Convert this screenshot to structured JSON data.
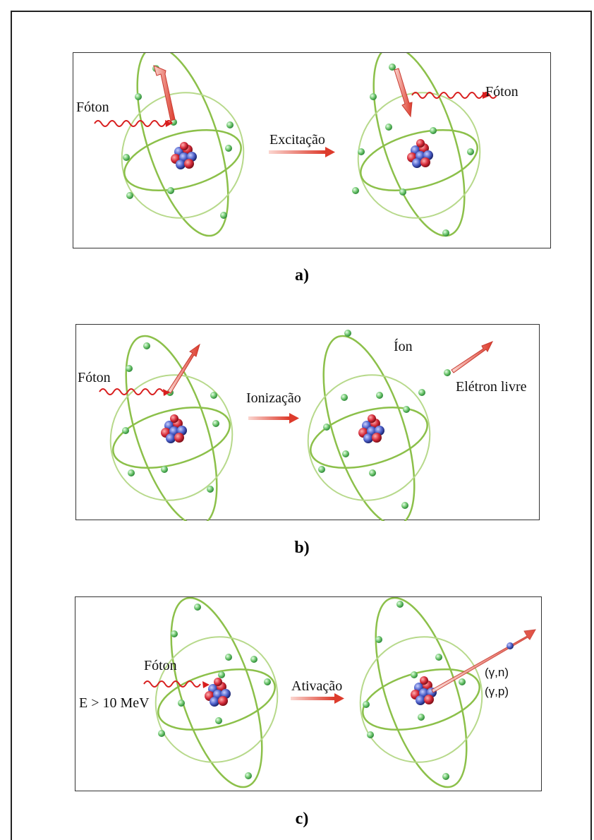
{
  "panels": {
    "a": {
      "caption": "a)",
      "label_photon_in": "Fóton",
      "label_process": "Excitação",
      "label_photon_out": "Fóton"
    },
    "b": {
      "caption": "b)",
      "label_photon_in": "Fóton",
      "label_process": "Ionização",
      "label_ion": "Íon",
      "label_free_electron": "Elétron livre"
    },
    "c": {
      "caption": "c)",
      "label_photon_in": "Fóton",
      "label_energy": "E > 10 MeV",
      "label_process": "Ativação",
      "label_reaction_n": "(γ,n)",
      "label_reaction_p": "(γ,p)"
    }
  },
  "colors": {
    "orbit": "#8cc04a",
    "electron": "#7fcf7f",
    "arrow": "#e0483a",
    "photon_wave": "#d81e1e",
    "proton": "#d62b3a",
    "neutron": "#4c5fc9"
  }
}
